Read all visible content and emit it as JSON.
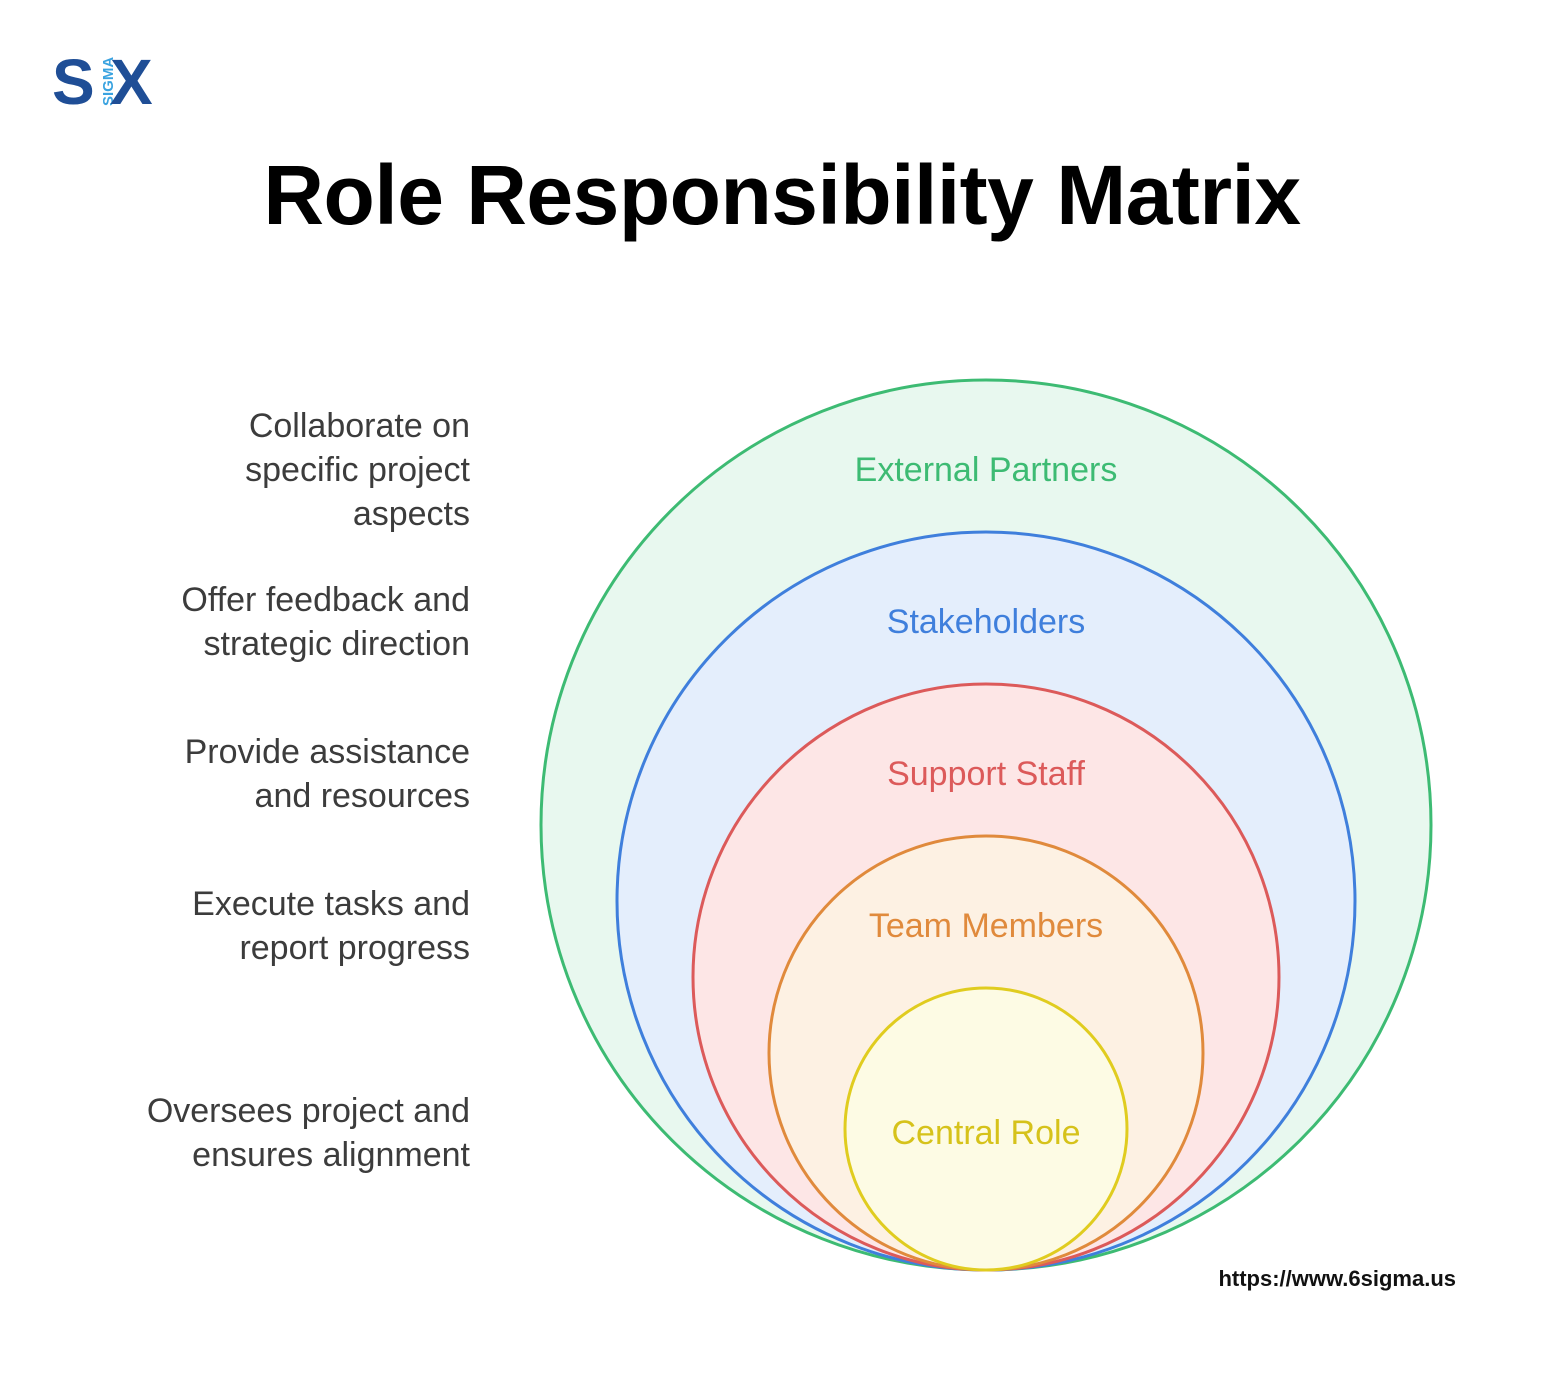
{
  "logo": {
    "letter_s": "S",
    "letter_x": "X",
    "sigma": "SIGMA"
  },
  "title": "Role Responsibility Matrix",
  "descriptions": [
    {
      "lines": [
        "Collaborate on",
        "specific project",
        "aspects"
      ]
    },
    {
      "lines": [
        "Offer feedback and",
        "strategic direction"
      ]
    },
    {
      "lines": [
        "Provide assistance",
        "and resources"
      ]
    },
    {
      "lines": [
        "Execute tasks and",
        "report progress"
      ]
    },
    {
      "lines": [
        "Oversees project and",
        "ensures alignment"
      ]
    }
  ],
  "rings": [
    {
      "label": "External Partners",
      "stroke": "#3dbb73",
      "fill": "#e8f8ef",
      "text_color": "#3dbb73"
    },
    {
      "label": "Stakeholders",
      "stroke": "#3f7fdc",
      "fill": "#e4eefc",
      "text_color": "#3f7fdc"
    },
    {
      "label": "Support Staff",
      "stroke": "#dc5a5a",
      "fill": "#fde6e6",
      "text_color": "#dc5a5a"
    },
    {
      "label": "Team Members",
      "stroke": "#e08a3c",
      "fill": "#fdf1e3",
      "text_color": "#e08a3c"
    },
    {
      "label": "Central Role",
      "stroke": "#e0cc1f",
      "fill": "#fdfbe4",
      "text_color": "#d6c21a"
    }
  ],
  "footer": {
    "url": "https://www.6sigma.us"
  }
}
